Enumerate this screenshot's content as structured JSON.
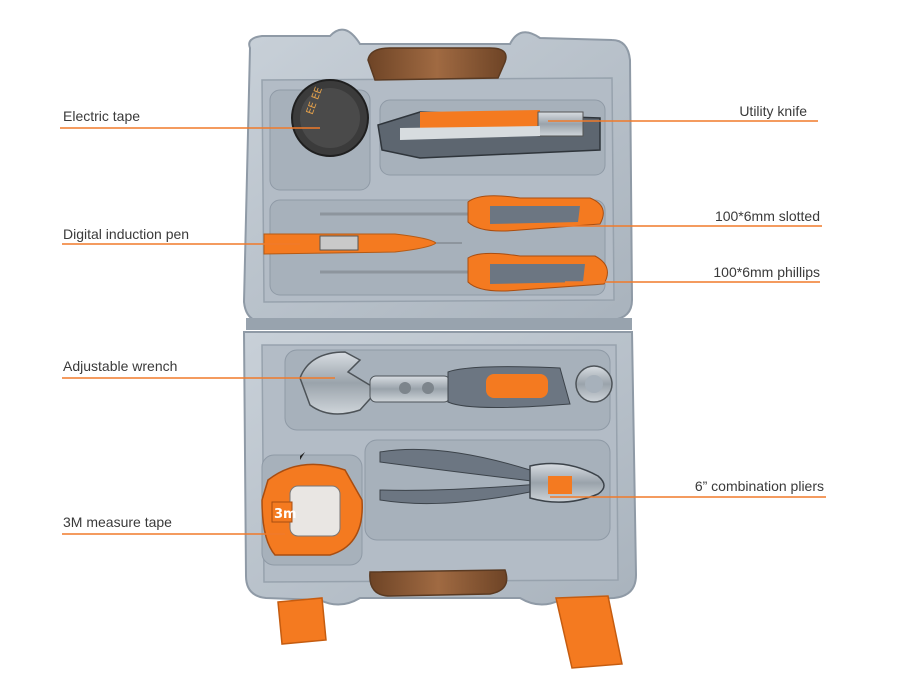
{
  "labels": {
    "electric_tape": "Electric tape",
    "digital_pen": "Digital induction pen",
    "adjustable_wrench": "Adjustable wrench",
    "measure_tape": "3M measure tape",
    "utility_knife": "Utility knife",
    "slotted": "100*6mm slotted",
    "phillips": "100*6mm phillips",
    "pliers": "6” combination pliers"
  },
  "colors": {
    "case": "#b9c2cc",
    "case_dark": "#8f9aa6",
    "orange": "#f47a20",
    "leader": "#f07a2a",
    "handle_grey": "#6c7682",
    "wood": "#8a5a35"
  },
  "markings": {
    "tape_brand": "ЕЕ ЕЕ",
    "measure_badge": "3m"
  }
}
